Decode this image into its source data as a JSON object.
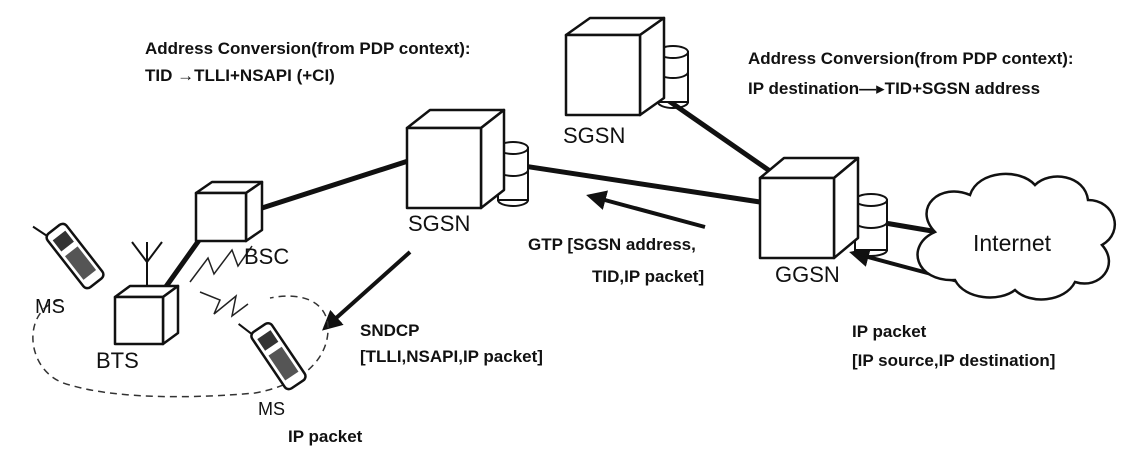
{
  "nodes": {
    "sgsn_top": "SGSN",
    "sgsn_mid": "SGSN",
    "ggsn": "GGSN",
    "bsc": "BSC",
    "bts": "BTS",
    "ms_left": "MS",
    "ms_bottom": "MS",
    "internet": "Internet"
  },
  "annotations": {
    "left_conversion": {
      "line1": "Address Conversion(from PDP context):",
      "line2": "TID →TLLI+NSAPI (+CI)"
    },
    "right_conversion": {
      "line1": "Address Conversion(from PDP context):",
      "line2": "IP destination—▸TID+SGSN address"
    },
    "gtp": {
      "line1": "GTP [SGSN address,",
      "line2": "TID,IP packet]"
    },
    "sndcp": {
      "line1": "SNDCP",
      "line2": "[TLLI,NSAPI,IP packet]"
    },
    "ip_packet_right": {
      "line1": "IP packet",
      "line2": "[IP source,IP destination]"
    },
    "ip_packet_bottom": "IP packet"
  },
  "colors": {
    "stroke": "#111111",
    "fill": "#ffffff",
    "text": "#111111"
  },
  "icons": [
    "cube-node-icon",
    "disk-storage-icon",
    "cloud-icon",
    "antenna-icon",
    "mobile-phone-icon",
    "arrow-icon"
  ]
}
